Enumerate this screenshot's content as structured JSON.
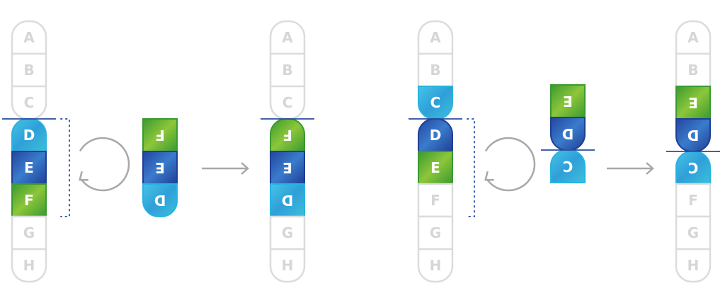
{
  "colors": {
    "cyan": "#36b6de",
    "blue": "#2b58ad",
    "green": "#4aa832",
    "grey_outline": "#dcdcdc",
    "grey_text": "#d6d6d6",
    "centromere_line": "#2a4a9e",
    "arrow": "#a8a8a8",
    "bracket": "#3a5bb5"
  },
  "chromosomes": [
    {
      "id": "pericentric-original",
      "segments": [
        {
          "label": "A",
          "color": "grey",
          "round": "top"
        },
        {
          "label": "B",
          "color": "grey"
        },
        {
          "label": "C",
          "color": "grey",
          "round": "bottom"
        },
        {
          "label": "D",
          "color": "cyan",
          "round": "top"
        },
        {
          "label": "E",
          "color": "blue"
        },
        {
          "label": "F",
          "color": "green"
        },
        {
          "label": "G",
          "color": "grey"
        },
        {
          "label": "H",
          "color": "grey",
          "round": "bottom"
        }
      ],
      "centromere_after": "C"
    },
    {
      "id": "pericentric-inverted-piece",
      "segments": [
        {
          "label": "F",
          "color": "green",
          "inverted": true
        },
        {
          "label": "E",
          "color": "blue",
          "inverted": true
        },
        {
          "label": "D",
          "color": "cyan",
          "inverted": true,
          "round": "bottom"
        }
      ]
    },
    {
      "id": "pericentric-result",
      "segments": [
        {
          "label": "A",
          "color": "grey",
          "round": "top"
        },
        {
          "label": "B",
          "color": "grey"
        },
        {
          "label": "C",
          "color": "grey",
          "round": "bottom"
        },
        {
          "label": "F",
          "color": "green",
          "inverted": true,
          "round": "top"
        },
        {
          "label": "E",
          "color": "blue",
          "inverted": true
        },
        {
          "label": "D",
          "color": "cyan",
          "inverted": true
        },
        {
          "label": "G",
          "color": "grey"
        },
        {
          "label": "H",
          "color": "grey",
          "round": "bottom"
        }
      ],
      "centromere_after": "C"
    },
    {
      "id": "paracentric-original",
      "segments": [
        {
          "label": "A",
          "color": "grey",
          "round": "top"
        },
        {
          "label": "B",
          "color": "grey"
        },
        {
          "label": "C",
          "color": "cyan",
          "round": "bottom"
        },
        {
          "label": "D",
          "color": "blue",
          "round": "top"
        },
        {
          "label": "E",
          "color": "green"
        },
        {
          "label": "F",
          "color": "grey"
        },
        {
          "label": "G",
          "color": "grey"
        },
        {
          "label": "H",
          "color": "grey",
          "round": "bottom"
        }
      ],
      "centromere_after": "C"
    },
    {
      "id": "paracentric-inverted-piece",
      "segments": [
        {
          "label": "E",
          "color": "green",
          "inverted": true
        },
        {
          "label": "D",
          "color": "blue",
          "inverted": true,
          "round": "bottom"
        },
        {
          "label": "C",
          "color": "cyan",
          "inverted": true,
          "round": "top"
        }
      ],
      "centromere_after": "D"
    },
    {
      "id": "paracentric-result",
      "segments": [
        {
          "label": "A",
          "color": "grey",
          "round": "top"
        },
        {
          "label": "B",
          "color": "grey"
        },
        {
          "label": "E",
          "color": "green",
          "inverted": true
        },
        {
          "label": "D",
          "color": "blue",
          "inverted": true,
          "round": "bottom"
        },
        {
          "label": "C",
          "color": "cyan",
          "inverted": true,
          "round": "top"
        },
        {
          "label": "F",
          "color": "grey"
        },
        {
          "label": "G",
          "color": "grey"
        },
        {
          "label": "H",
          "color": "grey",
          "round": "bottom"
        }
      ],
      "centromere_after": "D"
    }
  ]
}
